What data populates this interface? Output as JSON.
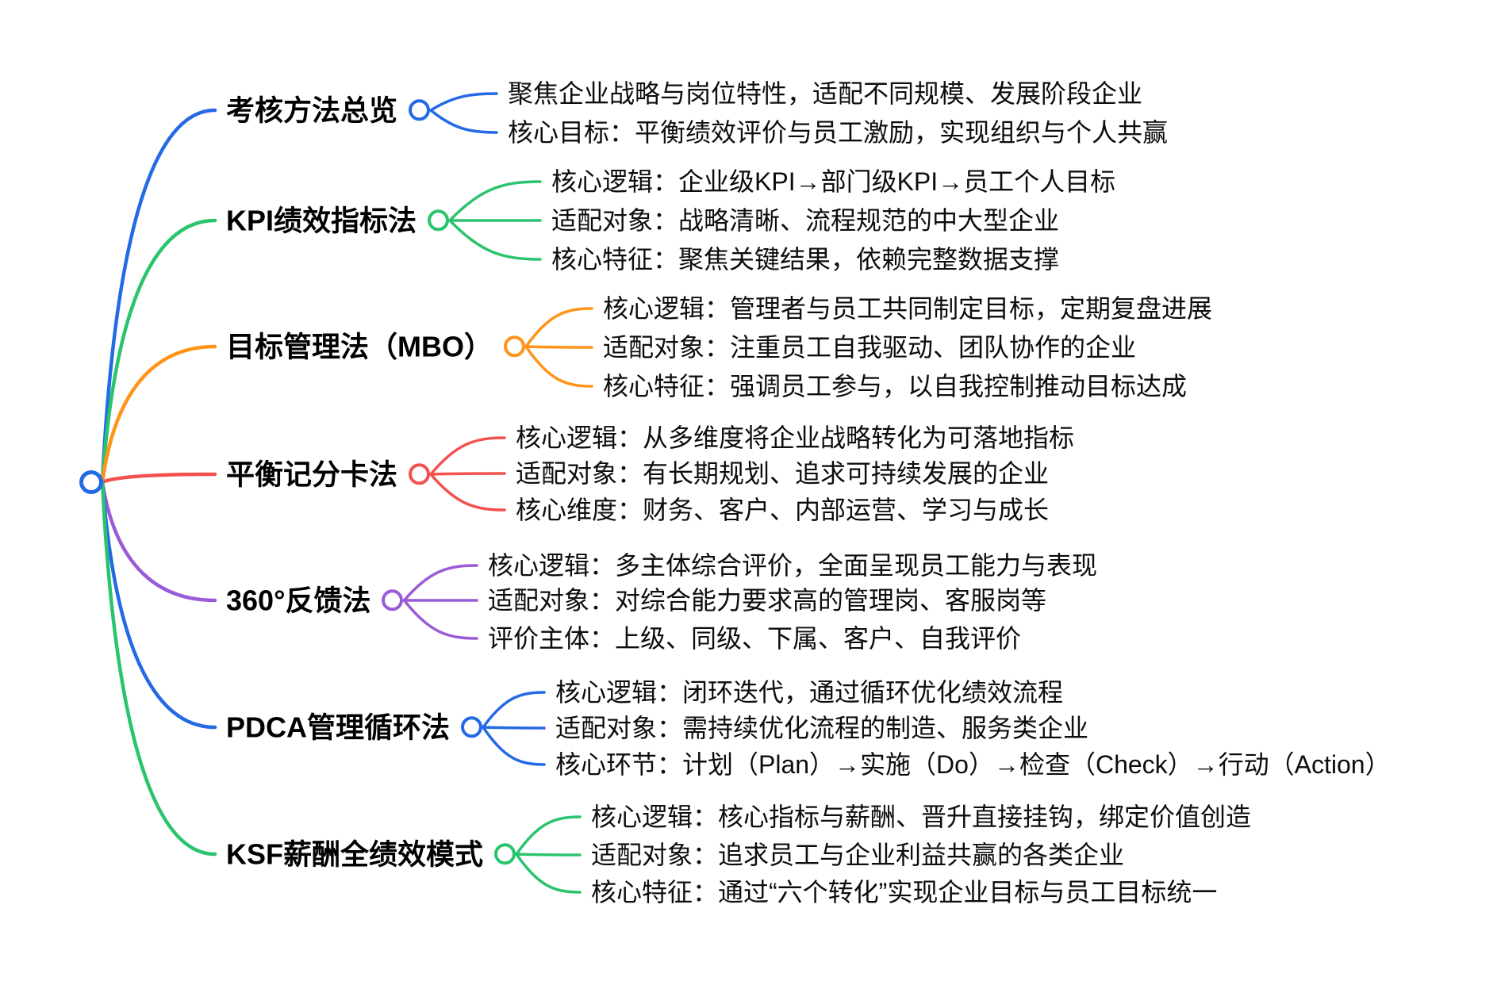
{
  "colors": {
    "blue": "#2469e5",
    "green": "#2bc46e",
    "orange": "#ff9418",
    "red": "#f4514e",
    "purple": "#9a5bd8"
  },
  "root_color": "#2469e5",
  "branches": [
    {
      "label": "考核方法总览",
      "color": "#2469e5",
      "children": [
        "聚焦企业战略与岗位特性，适配不同规模、发展阶段企业",
        "核心目标：平衡绩效评价与员工激励，实现组织与个人共赢"
      ]
    },
    {
      "label": "KPI绩效指标法",
      "color": "#2bc46e",
      "children": [
        "核心逻辑：企业级KPI→部门级KPI→员工个人目标",
        "适配对象：战略清晰、流程规范的中大型企业",
        "核心特征：聚焦关键结果，依赖完整数据支撑"
      ]
    },
    {
      "label": "目标管理法（MBO）",
      "color": "#ff9418",
      "children": [
        "核心逻辑：管理者与员工共同制定目标，定期复盘进展",
        "适配对象：注重员工自我驱动、团队协作的企业",
        "核心特征：强调员工参与，以自我控制推动目标达成"
      ]
    },
    {
      "label": "平衡记分卡法",
      "color": "#f4514e",
      "children": [
        "核心逻辑：从多维度将企业战略转化为可落地指标",
        "适配对象：有长期规划、追求可持续发展的企业",
        "核心维度：财务、客户、内部运营、学习与成长"
      ]
    },
    {
      "label": "360°反馈法",
      "color": "#9a5bd8",
      "children": [
        "核心逻辑：多主体综合评价，全面呈现员工能力与表现",
        "适配对象：对综合能力要求高的管理岗、客服岗等",
        "评价主体：上级、同级、下属、客户、自我评价"
      ]
    },
    {
      "label": "PDCA管理循环法",
      "color": "#2469e5",
      "children": [
        "核心逻辑：闭环迭代，通过循环优化绩效流程",
        "适配对象：需持续优化流程的制造、服务类企业",
        "核心环节：计划（Plan）→实施（Do）→检查（Check）→行动（Action）"
      ]
    },
    {
      "label": "KSF薪酬全绩效模式",
      "color": "#2bc46e",
      "children": [
        "核心逻辑：核心指标与薪酬、晋升直接挂钩，绑定价值创造",
        "适配对象：追求员工与企业利益共赢的各类企业",
        "核心特征：通过“六个转化”实现企业目标与员工目标统一"
      ]
    }
  ]
}
